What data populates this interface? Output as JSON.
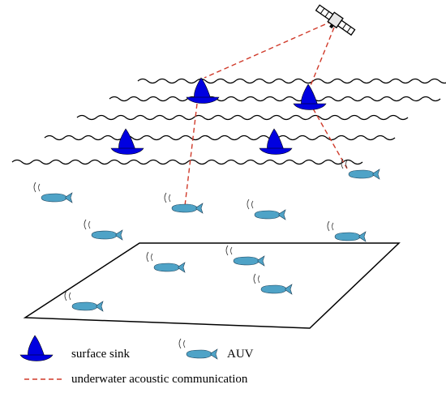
{
  "legend": {
    "sink_label": "surface sink",
    "auv_label": "AUV",
    "link_label": "underwater acoustic communication"
  },
  "colors": {
    "sink_fill": "#0000e0",
    "auv_fill": "#4fa3c7",
    "link": "#d03a2a",
    "line": "#000000"
  },
  "icons": [
    "satellite-icon",
    "surface-sink-icon",
    "auv-icon",
    "signal-arcs-icon"
  ]
}
